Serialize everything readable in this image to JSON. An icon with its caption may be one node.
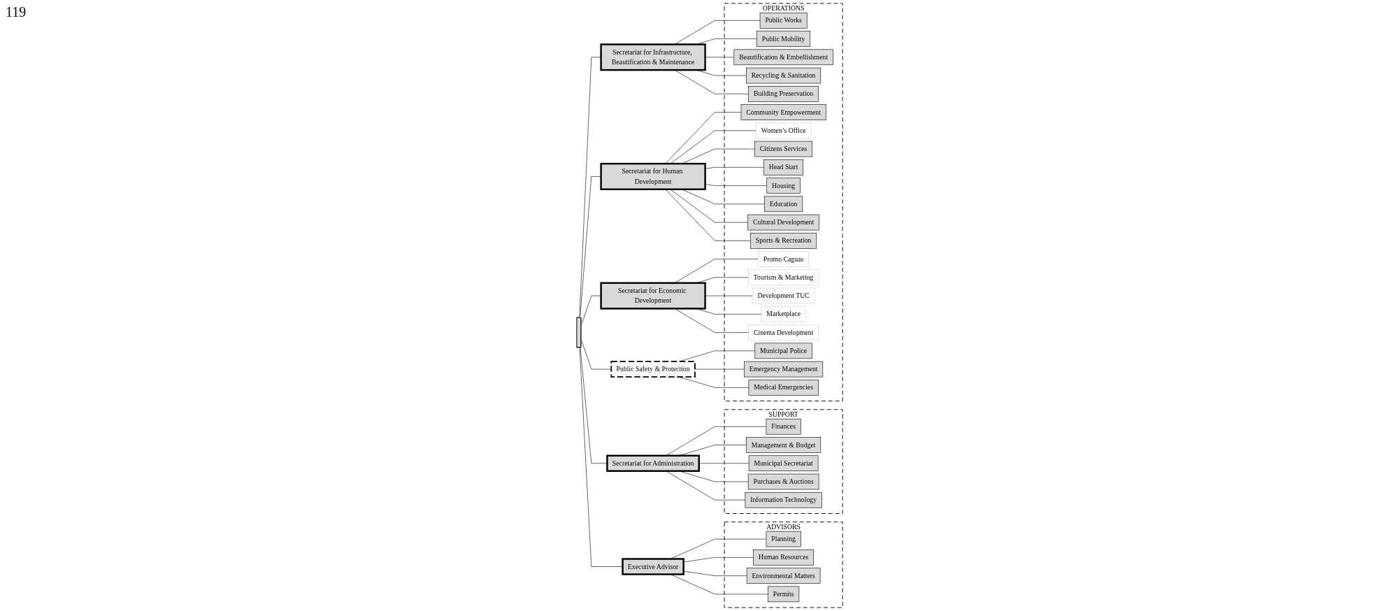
{
  "diagram": {
    "nodes": [
      {
        "text": [],
        "shape": "bar"
      },
      {
        "text": [
          "Executive Advisor"
        ]
      },
      {
        "text": [
          "Secretariat for Administration"
        ]
      },
      {
        "text": [
          "Secretariat for Infrastructure, Beautification & Maintenance"
        ]
      },
      {
        "text": [
          "Secretariat for Human Development"
        ]
      },
      {
        "text": [
          "Secretariat for Economic Development"
        ]
      },
      {
        "text": [
          "Public Safety & Protection"
        ]
      },
      {
        "text": [
          "ADVISORS"
        ]
      },
      {
        "text": [
          "Planning"
        ],
        "in": 7
      },
      {
        "text": [
          "Human Resources"
        ],
        "in": 7
      },
      {
        "text": [
          "Environmental Matters"
        ],
        "in": 7
      },
      {
        "text": [
          "Permits"
        ],
        "in": 7
      },
      {
        "text": [
          "SUPPORT"
        ]
      },
      {
        "text": [
          "Finances"
        ],
        "in": 12
      },
      {
        "text": [
          "Management & Budget"
        ],
        "in": 12
      },
      {
        "text": [
          "Municipal Secretariat"
        ],
        "in": 12
      },
      {
        "text": [
          "Purchases & Auctions"
        ],
        "in": 12
      },
      {
        "text": [
          "Information Technology"
        ],
        "in": 12
      },
      {
        "text": [
          "OPERATIONS"
        ]
      },
      {
        "text": [
          "Public Works"
        ],
        "in": 18
      },
      {
        "text": [
          "Public Mobility"
        ],
        "in": 18
      },
      {
        "text": [
          "Beautification & Embellishment"
        ],
        "in": 18
      },
      {
        "text": [
          "Recycling & Sanitation"
        ],
        "in": 18
      },
      {
        "text": [
          "Building Preservation"
        ],
        "in": 18
      },
      {
        "text": [
          "Community Empowerment"
        ],
        "in": 18
      },
      {
        "text": [
          "Women’s Office"
        ],
        "in": 18
      },
      {
        "text": [
          "Citizens Services"
        ],
        "in": 18
      },
      {
        "text": [
          "Head Start"
        ],
        "in": 18
      },
      {
        "text": [
          "Housing"
        ],
        "in": 18
      },
      {
        "text": [
          "Education"
        ],
        "in": 18
      },
      {
        "text": [
          "Cultural Development"
        ],
        "in": 18
      },
      {
        "text": [
          "Sports & Recreation"
        ],
        "in": 18
      },
      {
        "text": [
          "Promo Caguas"
        ],
        "in": 18
      },
      {
        "text": [
          "Tourism & Marketing"
        ],
        "in": 18
      },
      {
        "text": [
          "Development TUC"
        ],
        "in": 18
      },
      {
        "text": [
          "Marketplace"
        ],
        "in": 18
      },
      {
        "text": [
          "Cinema Development"
        ],
        "in": 18
      },
      {
        "text": [
          "Municipal Police"
        ],
        "in": 18
      },
      {
        "text": [
          "Emergency Management"
        ],
        "in": 18
      },
      {
        "text": [
          "Medical Emergencies"
        ],
        "in": 18
      }
    ],
    "edges": [
      {
        "from": 0,
        "to": 1,
        "arrow": "none"
      },
      {
        "from": 0,
        "to": 2,
        "arrow": "none"
      },
      {
        "from": 0,
        "to": 3,
        "arrow": "none"
      },
      {
        "from": 0,
        "to": 4,
        "arrow": "none"
      },
      {
        "from": 0,
        "to": 5,
        "arrow": "none"
      },
      {
        "from": 0,
        "to": 6,
        "arrow": "none"
      },
      {
        "from": 1,
        "to": 8,
        "arrow": "none"
      },
      {
        "from": 1,
        "to": 9,
        "arrow": "none"
      },
      {
        "from": 1,
        "to": 10,
        "arrow": "none"
      },
      {
        "from": 1,
        "to": 11,
        "arrow": "none"
      },
      {
        "from": 2,
        "to": 13,
        "arrow": "none"
      },
      {
        "from": 2,
        "to": 14,
        "arrow": "none"
      },
      {
        "from": 2,
        "to": 15,
        "arrow": "none"
      },
      {
        "from": 2,
        "to": 16,
        "arrow": "none"
      },
      {
        "from": 2,
        "to": 17,
        "arrow": "none"
      },
      {
        "from": 3,
        "to": 19,
        "arrow": "none"
      },
      {
        "from": 3,
        "to": 20,
        "arrow": "none"
      },
      {
        "from": 3,
        "to": 21,
        "arrow": "none"
      },
      {
        "from": 3,
        "to": 22,
        "arrow": "none"
      },
      {
        "from": 3,
        "to": 23,
        "arrow": "none"
      },
      {
        "from": 4,
        "to": 24,
        "arrow": "none"
      },
      {
        "from": 4,
        "to": 25,
        "arrow": "none"
      },
      {
        "from": 4,
        "to": 26,
        "arrow": "none"
      },
      {
        "from": 4,
        "to": 27,
        "arrow": "none"
      },
      {
        "from": 4,
        "to": 28,
        "arrow": "none"
      },
      {
        "from": 4,
        "to": 29,
        "arrow": "none"
      },
      {
        "from": 4,
        "to": 30,
        "arrow": "none"
      },
      {
        "from": 4,
        "to": 31,
        "arrow": "none"
      },
      {
        "from": 5,
        "to": 32,
        "arrow": "none"
      },
      {
        "from": 5,
        "to": 33,
        "arrow": "none"
      },
      {
        "from": 5,
        "to": 34,
        "arrow": "none"
      },
      {
        "from": 5,
        "to": 35,
        "arrow": "none"
      },
      {
        "from": 5,
        "to": 36,
        "arrow": "none"
      },
      {
        "from": 6,
        "to": 37,
        "arrow": "none"
      },
      {
        "from": 6,
        "to": 38,
        "arrow": "none"
      },
      {
        "from": 6,
        "to": 39,
        "arrow": "none"
      }
    ],
    "labels": [
      "119"
    ]
  }
}
